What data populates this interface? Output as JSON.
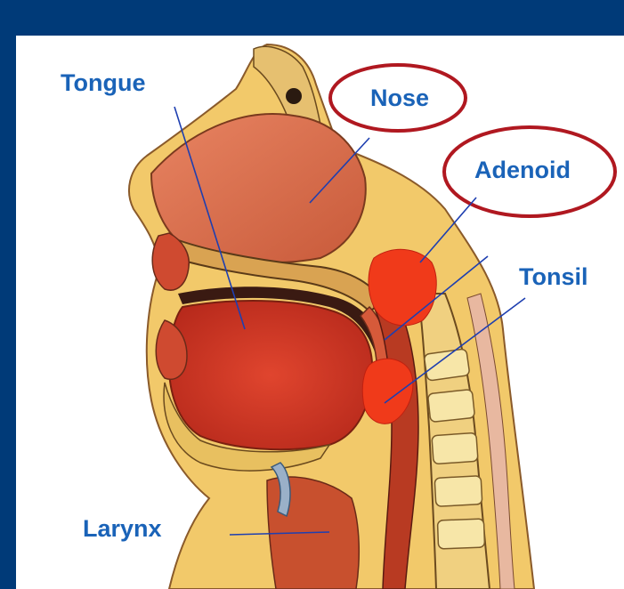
{
  "labels": {
    "tongue": "Tongue",
    "nose": "Nose",
    "adenoid": "Adenoid",
    "tonsil": "Tonsil",
    "larynx": "Larynx"
  },
  "highlighted": [
    "Nose",
    "Adenoid"
  ],
  "colors": {
    "background": "#003a78",
    "label_text": "#1a63b8",
    "highlight_ring": "#b01820",
    "leader_line": "#1e3fb0"
  }
}
